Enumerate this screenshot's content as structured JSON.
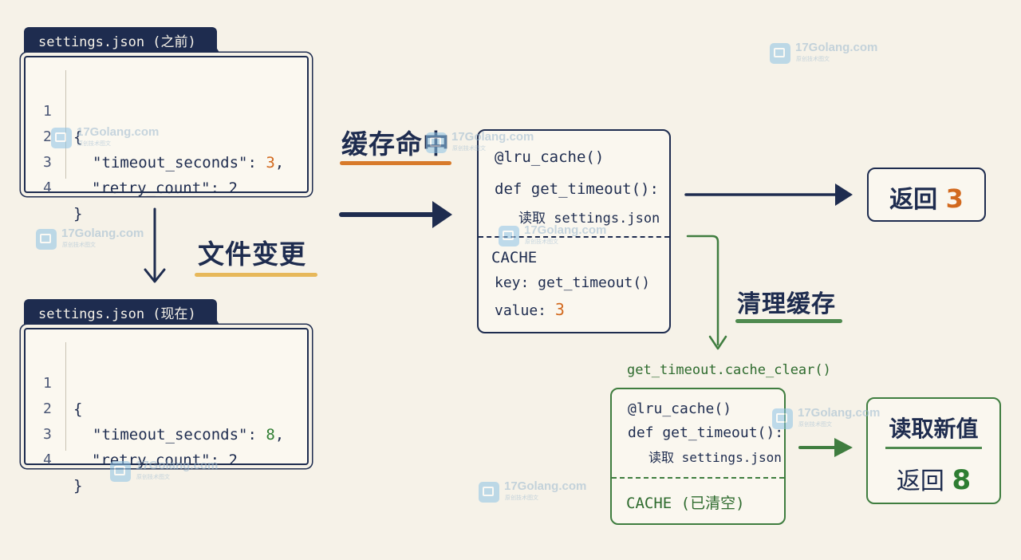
{
  "file_before": {
    "tab": "settings.json (之前)",
    "lines": [
      {
        "num": "1",
        "text": "{"
      },
      {
        "num": "2",
        "key": "\"timeout_seconds\": ",
        "value": "3",
        "tail": ","
      },
      {
        "num": "3",
        "text": "  \"retry_count\": 2"
      },
      {
        "num": "4",
        "text": "}"
      }
    ]
  },
  "file_after": {
    "tab": "settings.json (现在)",
    "lines": [
      {
        "num": "1",
        "text": "{"
      },
      {
        "num": "2",
        "key": "\"timeout_seconds\": ",
        "value": "8",
        "tail": ","
      },
      {
        "num": "3",
        "text": "  \"retry_count\": 2"
      },
      {
        "num": "4",
        "text": "}"
      }
    ]
  },
  "labels": {
    "file_change": "文件变更",
    "cache_hit": "缓存命中",
    "clear_cache": "清理缓存",
    "clear_call": "get_timeout.cache_clear()"
  },
  "cache_box": {
    "decorator": "@lru_cache()",
    "def": "def get_timeout():",
    "body": "读取 settings.json",
    "cache_title": "CACHE",
    "key": "key: get_timeout()",
    "value_label": "value: ",
    "value": "3"
  },
  "cleared_box": {
    "decorator": "@lru_cache()",
    "def": "def get_timeout():",
    "body": "读取 settings.json",
    "cache_title": "CACHE (已清空)"
  },
  "result_cached": {
    "prefix": "返回 ",
    "value": "3"
  },
  "result_fresh": {
    "title": "读取新值",
    "prefix": "返回 ",
    "value": "8"
  },
  "watermark": {
    "text": "17Golang.com",
    "sub": "原创技术图文"
  },
  "colors": {
    "navy": "#1e2c4f",
    "orange": "#d2691e",
    "green": "#3f7d3f",
    "background": "#f6f2e8"
  }
}
